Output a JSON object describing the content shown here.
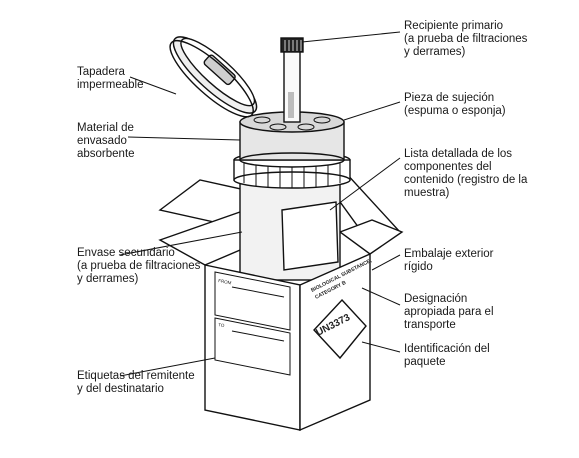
{
  "labels": {
    "tapa": "Tapadera\nimpermeable",
    "recipiente": "Recipiente primario\n(a prueba de filtraciones\n y derrames)",
    "pieza": "Pieza de sujeción\n(espuma o esponja)",
    "material": "Material de\nenvasado\nabsorbente",
    "lista": "Lista detallada de los\ncomponentes del\ncontenido (registro de la\nmuestra)",
    "envase": "Envase secundario\n(a prueba de filtraciones\ny derrames)",
    "embalaje": "Embalaje exterior\nrígido",
    "designacion": "Designación\napropiada para el\ntransporte",
    "identificacion": "Identificación del\npaquete",
    "etiquetas": "Etiquetas del remitente\ny del destinatario"
  },
  "box": {
    "un_number": "UN3373",
    "biological_line1": "BIOLOGICAL SUBSTANCE,",
    "biological_line2": "CATEGORY B",
    "label_from": "FROM",
    "label_to": "TO"
  }
}
